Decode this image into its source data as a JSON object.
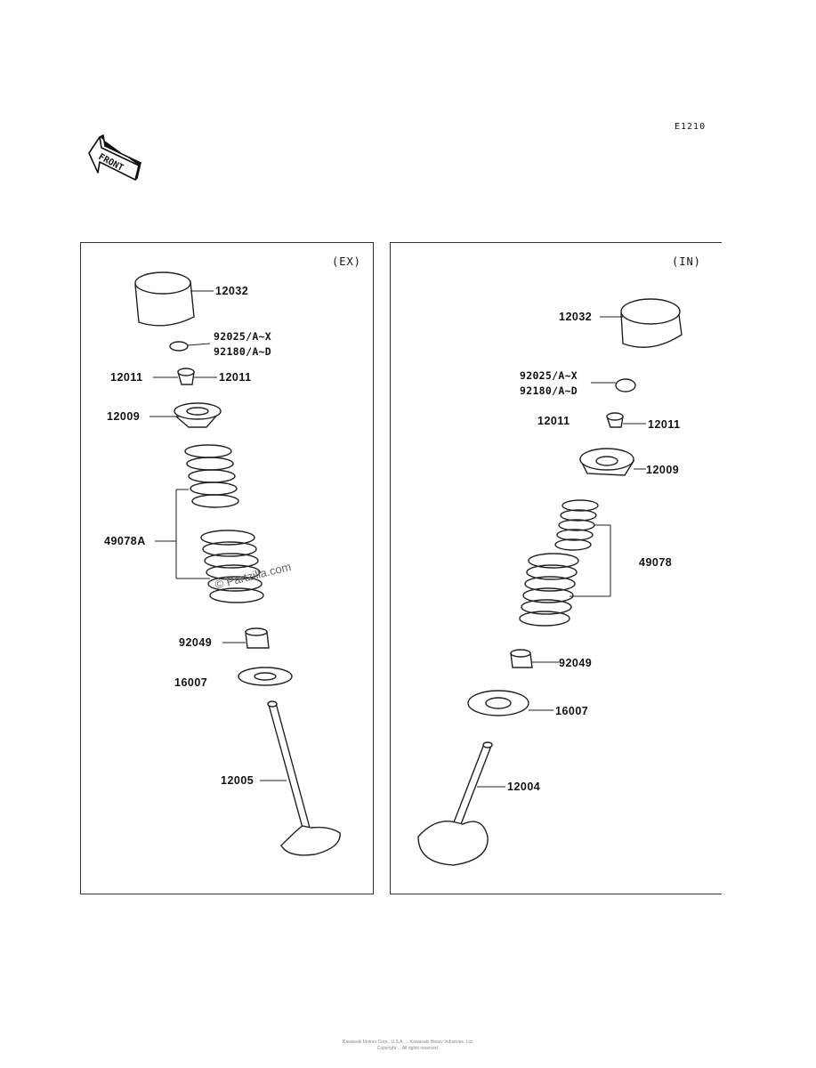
{
  "page_code": "E1210",
  "front_label": "FRONT",
  "watermark": "© Partzilla.com",
  "footer": {
    "line1": "Kawasaki Motors Corp., U.S.A. ... Kawasaki Heavy Industries, Ltd.",
    "line2": "Copyright ... All rights reserved."
  },
  "panels": {
    "ex": {
      "tag": "(EX)",
      "labels": {
        "tappet": "12032",
        "shim": "92025/A~X\n92180/A~D",
        "keeper_left": "12011",
        "keeper_right": "12011",
        "retainer": "12009",
        "spring": "49078A",
        "seal": "92049",
        "seat": "16007",
        "valve": "12005"
      }
    },
    "in": {
      "tag": "(IN)",
      "labels": {
        "tappet": "12032",
        "shim": "92025/A~X\n92180/A~D",
        "keeper_left": "12011",
        "keeper_right": "12011",
        "retainer": "12009",
        "spring": "49078",
        "seal": "92049",
        "seat": "16007",
        "valve": "12004"
      }
    }
  }
}
